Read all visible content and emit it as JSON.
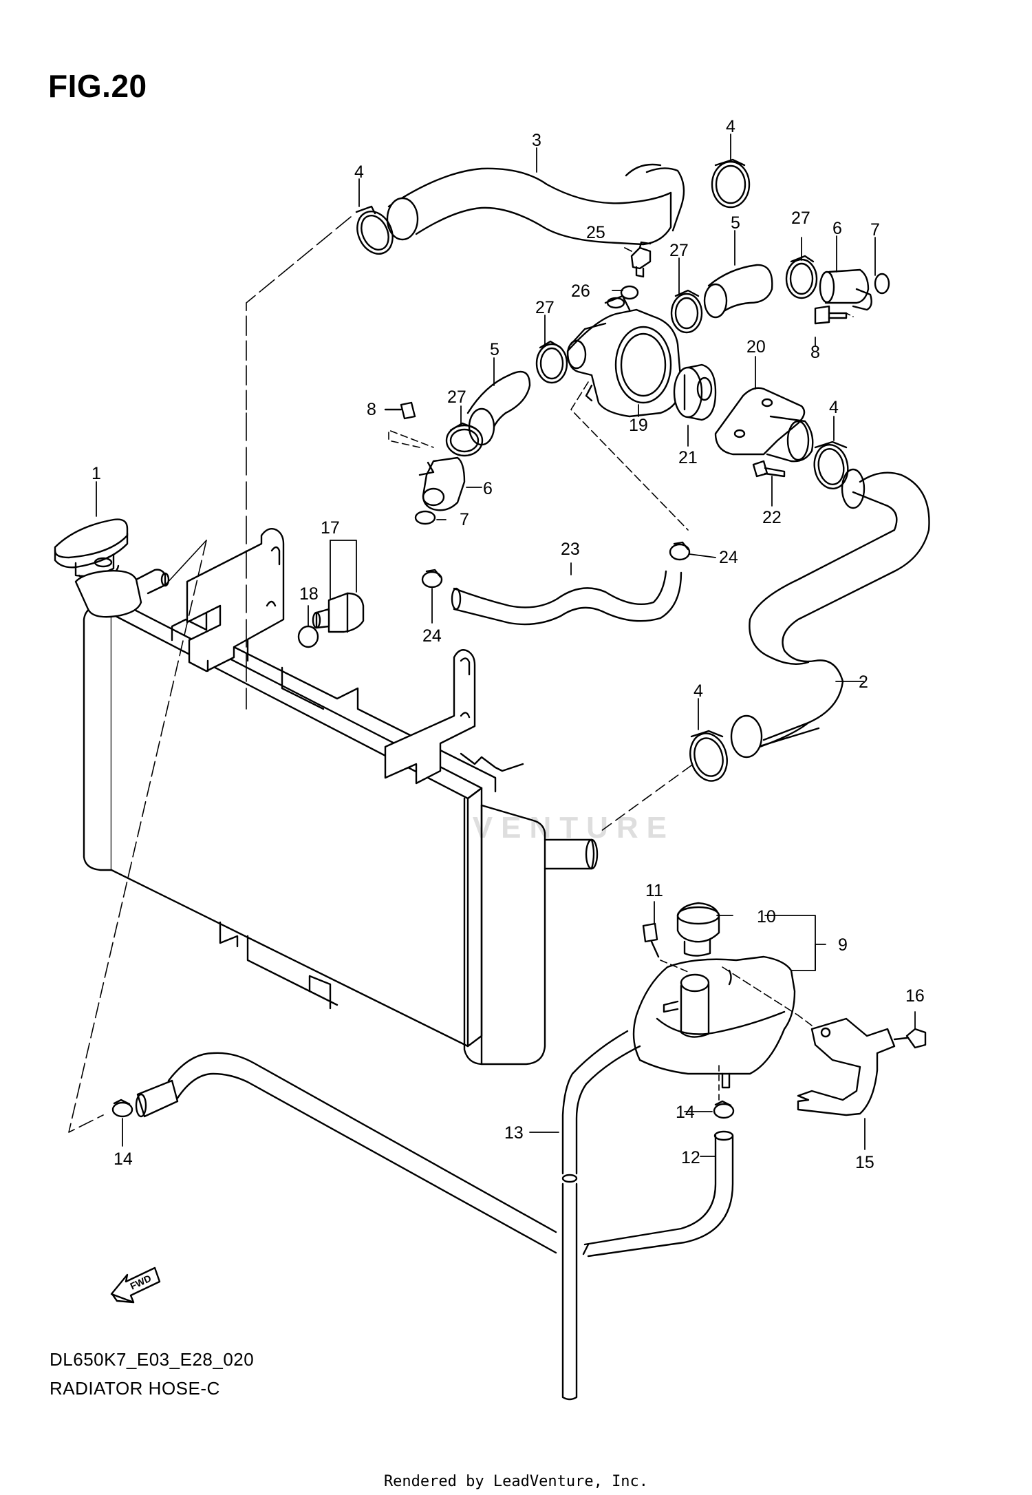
{
  "figure_title": "FIG.20",
  "model_code": "DL650K7_E03_E28_020",
  "diagram_name": "RADIATOR HOSE-C",
  "footer": "Rendered by LeadVenture, Inc.",
  "watermark": "LEADVENTURE",
  "fwd_label": "FWD",
  "callouts": {
    "c1": "1",
    "c2": "2",
    "c3": "3",
    "c4a": "4",
    "c4b": "4",
    "c4c": "4",
    "c4d": "4",
    "c5a": "5",
    "c5b": "5",
    "c6a": "6",
    "c6b": "6",
    "c7a": "7",
    "c7b": "7",
    "c8a": "8",
    "c8b": "8",
    "c9": "9",
    "c10": "10",
    "c11": "11",
    "c12": "12",
    "c13": "13",
    "c14a": "14",
    "c14b": "14",
    "c15": "15",
    "c16": "16",
    "c17": "17",
    "c18": "18",
    "c19": "19",
    "c20": "20",
    "c21": "21",
    "c22": "22",
    "c23": "23",
    "c24a": "24",
    "c24b": "24",
    "c25": "25",
    "c26": "26",
    "c27a": "27",
    "c27b": "27",
    "c27c": "27",
    "c27d": "27"
  }
}
